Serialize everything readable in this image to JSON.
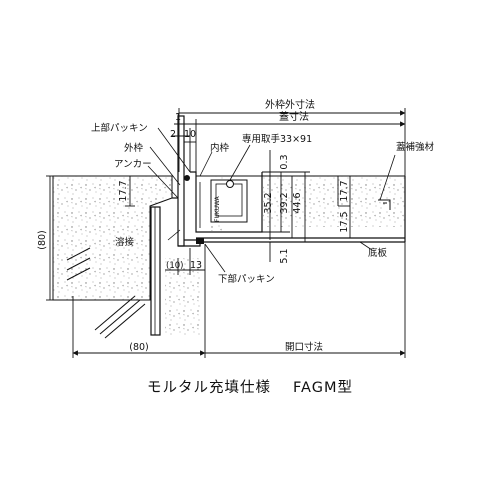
{
  "labels": {
    "outer_frame_outer_dim": "外枠外寸法",
    "cover_dim": "蓋寸法",
    "upper_packing": "上部パッキン",
    "outer_frame": "外枠",
    "anchor": "アンカー",
    "inner_frame": "内枠",
    "handle": "専用取手33×91",
    "cover_reinforcement": "蓋補強材",
    "bottom_plate": "底板",
    "weld": "溶接",
    "lower_packing": "下部パッキン",
    "opening_dim": "開口寸法"
  },
  "dims": {
    "d1": "1",
    "d2": "2",
    "d10_top": "10",
    "d0_3": "0.3",
    "d35_2": "35.2",
    "d39_2": "39.2",
    "d44_6": "44.6",
    "d5_1": "5.1",
    "d17_7_left": "17.7",
    "d17_7_right": "17.7",
    "d17_5": "17.5",
    "d80_left": "(80)",
    "d80_bottom": "(80)",
    "d10_paren": "(10)",
    "d13": "13"
  },
  "caption": {
    "spec": "モルタル充填仕様",
    "model": "FAGM型"
  }
}
